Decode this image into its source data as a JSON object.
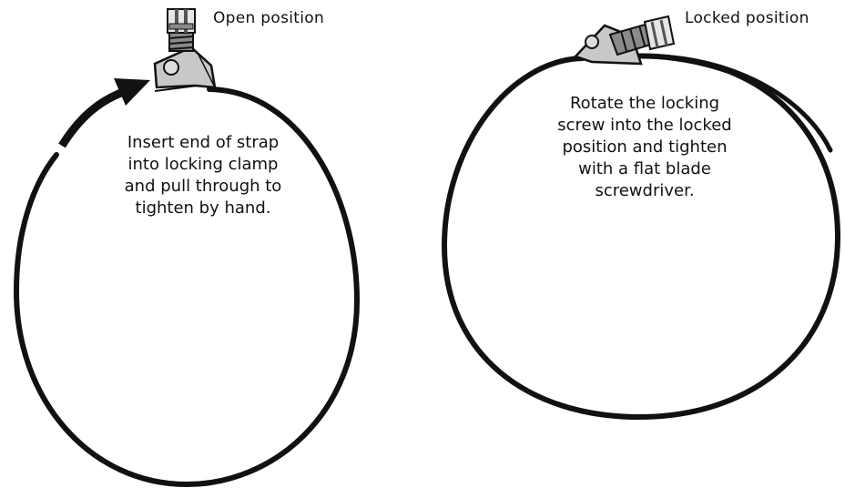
{
  "figure_left": {
    "label": "Open position",
    "instruction_lines": [
      "Insert end of strap",
      "into locking clamp",
      "and pull through to",
      "tighten by hand."
    ]
  },
  "figure_right": {
    "label": "Locked position",
    "instruction_lines": [
      "Rotate the locking",
      "screw into the locked",
      "position and tighten",
      "with a flat blade",
      "screwdriver."
    ]
  },
  "colors": {
    "ink": "#111111",
    "metal": "#c8c8c8",
    "metal_dark": "#8a8a8a",
    "background": "#ffffff"
  }
}
